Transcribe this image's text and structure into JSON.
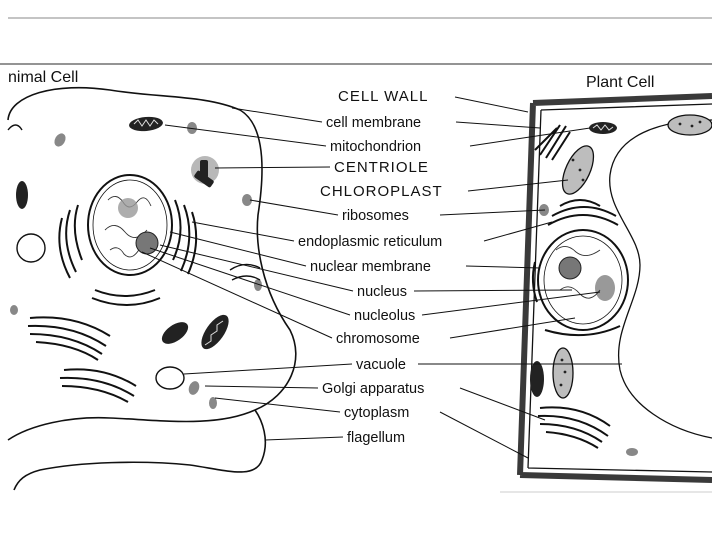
{
  "diagram": {
    "left_title": "nimal Cell",
    "right_title": "Plant Cell",
    "labels": [
      "CELL WALL",
      "cell membrane",
      "mitochondrion",
      "CENTRIOLE",
      "CHLOROPLAST",
      "ribosomes",
      "endoplasmic reticulum",
      "nuclear membrane",
      "nucleus",
      "nucleolus",
      "chromosome",
      "vacuole",
      "Golgi apparatus",
      "cytoplasm",
      "flagellum"
    ]
  },
  "colors": {
    "outline": "#111111",
    "organelle_fill": "#222222",
    "light_fill": "#bdbdbd",
    "cell_wall": "#3a3a3a"
  }
}
